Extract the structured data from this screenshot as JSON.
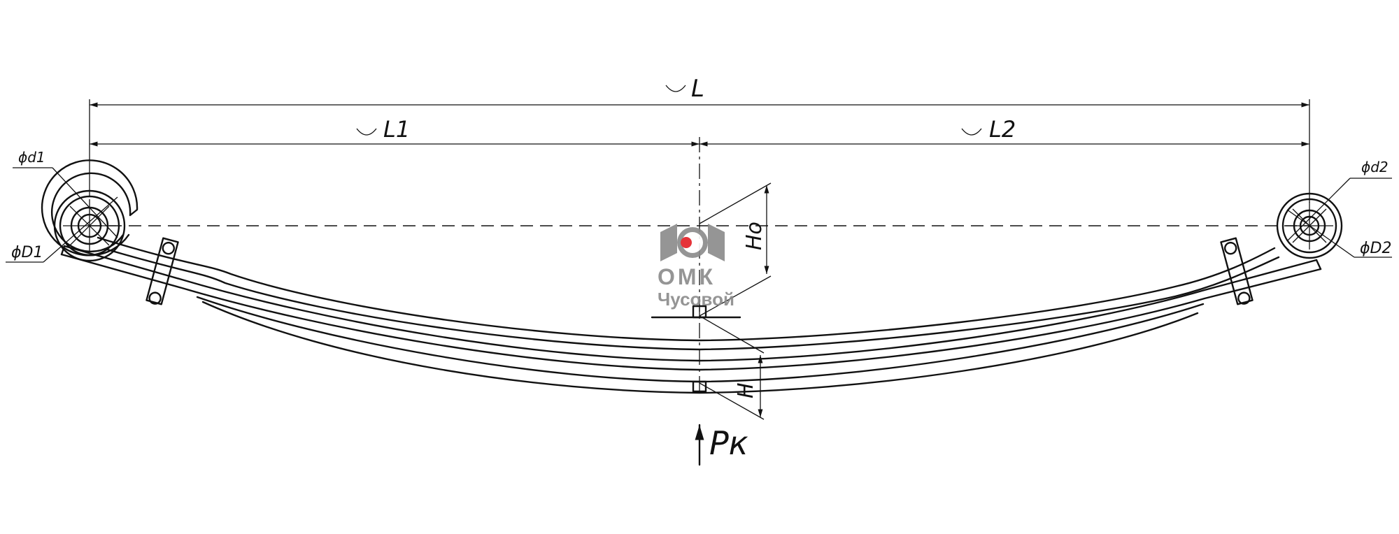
{
  "dimensions": {
    "L": "L",
    "L1": "L1",
    "L2": "L2",
    "H0": "Ho",
    "H": "H",
    "d1": "ϕd1",
    "D1": "ϕD1",
    "d2": "ϕd2",
    "D2": "ϕD2"
  },
  "load": "Pк",
  "watermark": {
    "brand": "ОМК",
    "sub": "Чусовой",
    "accent": "#e31e24",
    "gray": "#8a8a8a"
  }
}
